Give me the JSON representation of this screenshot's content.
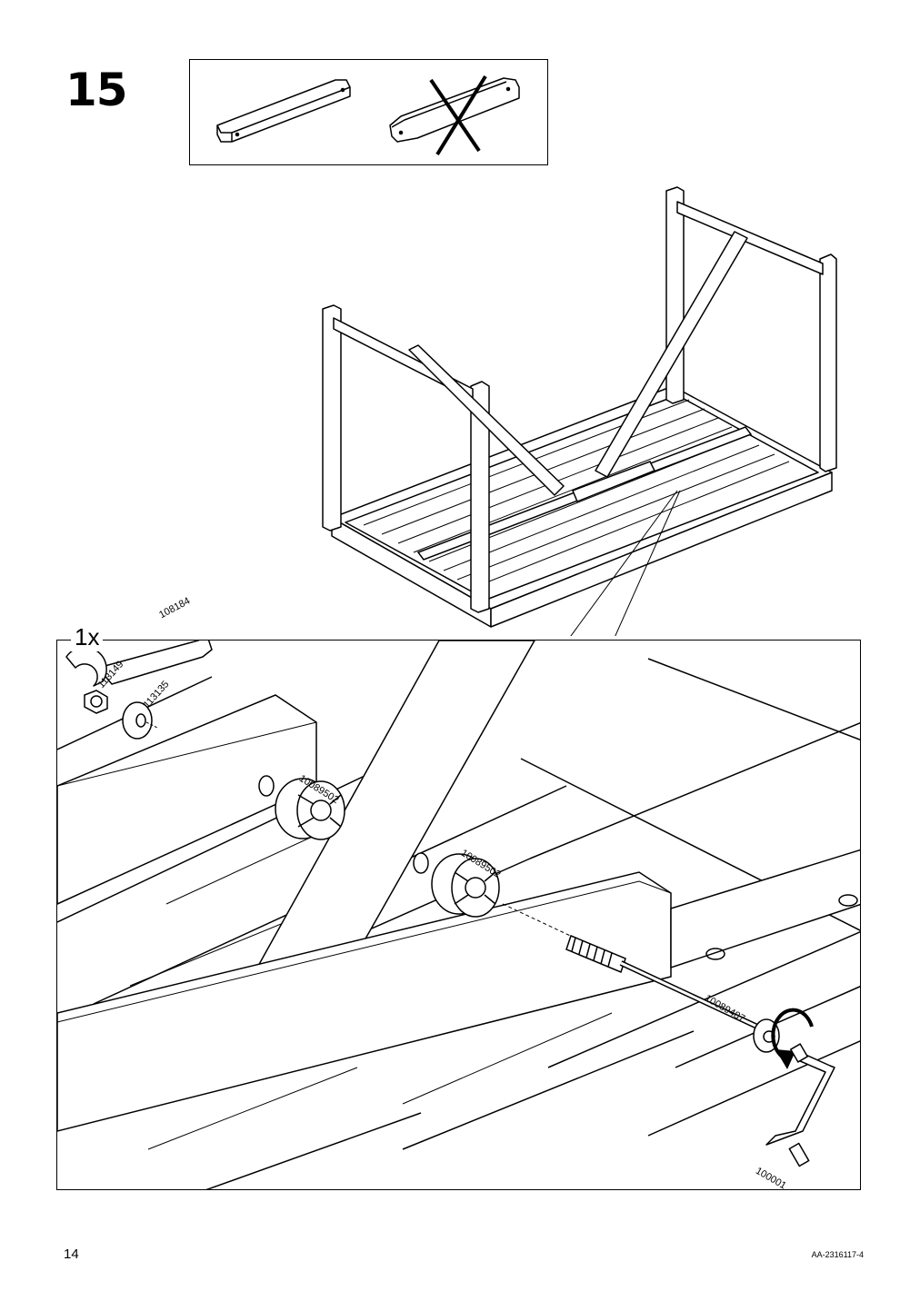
{
  "step": {
    "number": "15"
  },
  "detail": {
    "quantity": "1x"
  },
  "parts": {
    "wrench": "108184",
    "nut": "113149",
    "washer": "113135",
    "spacer_a": "10089502",
    "spacer_b": "10089502",
    "bolt": "10089487",
    "crank": "100001"
  },
  "footer": {
    "page_number": "14",
    "document_code": "AA-2316117-4"
  },
  "icons": {
    "correct_part": "wooden-batten-icon",
    "wrong_part": "crossed-out-batten-icon",
    "rotate": "clockwise-rotate-icon"
  }
}
